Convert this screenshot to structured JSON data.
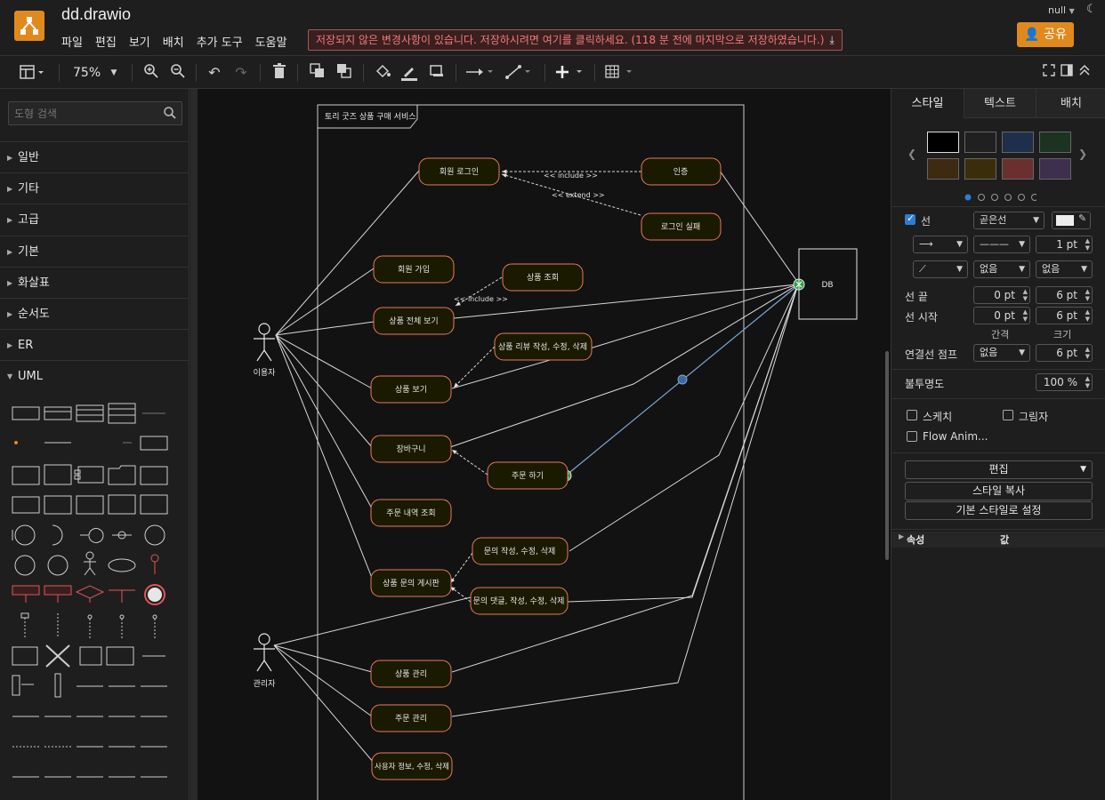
{
  "header": {
    "title": "dd.drawio",
    "menu": [
      "파일",
      "편집",
      "보기",
      "배치",
      "추가 도구",
      "도움말"
    ],
    "unsaved_banner": "저장되지 않은 변경사항이 있습니다. 저장하시려면 여기를 클릭하세요. (118 분 전에 마지막으로 저장하였습니다.)",
    "user_label": "null",
    "share_label": "공유"
  },
  "toolbar": {
    "zoom": "75%"
  },
  "sidebar": {
    "search_placeholder": "도형 검색",
    "categories": [
      "일반",
      "기타",
      "고급",
      "기본",
      "화살표",
      "순서도",
      "ER",
      "UML"
    ]
  },
  "diagram": {
    "frame_title": "토리 굿즈 상품 구매 서비스",
    "actors": {
      "user": "이용자",
      "admin": "관리자"
    },
    "db": "DB",
    "usecases": {
      "login": "회원 로그인",
      "auth": "인증",
      "login_fail": "로그인 실패",
      "signup": "회원 가입",
      "product_view": "상품 조회",
      "all_products": "상품 전체 보기",
      "review": "상품 리뷰 작성, 수정, 삭제",
      "product_detail": "상품 보기",
      "cart": "장바구니",
      "order": "주문 하기",
      "order_history": "주문 내역 조회",
      "inquiry_write": "문의 작성, 수정, 삭제",
      "inquiry_board": "상품 문의 게시판",
      "inquiry_comment": "문의 댓글, 작성, 수정, 삭제",
      "product_mgmt": "상품 관리",
      "order_mgmt": "주문 관리",
      "user_mgmt": "사용자 정보, 수정, 삭제"
    },
    "labels": {
      "include1": "<< include >>",
      "extend": "<< extend >>",
      "include2": "<< include >>"
    }
  },
  "format_panel": {
    "tabs": [
      "스타일",
      "텍스트",
      "배치"
    ],
    "swatch_colors": [
      "#000000",
      "#202020",
      "#1f2e4a",
      "#1b3320",
      "#3d2a10",
      "#3a2e0a",
      "#6b2f2f",
      "#3e2f4f"
    ],
    "line_label": "선",
    "line_style": "곧은선",
    "line_width": "1 pt",
    "none_a": "없음",
    "none_b": "없음",
    "line_end_label": "선 끝",
    "line_end_gap": "0 pt",
    "line_end_size": "6 pt",
    "line_start_label": "선 시작",
    "line_start_gap": "0 pt",
    "line_start_size": "6 pt",
    "gap_label": "간격",
    "size_label": "크기",
    "jump_label": "연결선 점프",
    "jump_value": "없음",
    "jump_size": "6 pt",
    "opacity_label": "불투명도",
    "opacity_value": "100 %",
    "sketch_label": "스케치",
    "shadow_label": "그림자",
    "flow_label": "Flow Anim...",
    "edit_label": "편집",
    "copy_style_label": "스타일 복사",
    "default_style_label": "기본 스타일로 설정",
    "prop_label": "속성",
    "value_label": "값"
  }
}
